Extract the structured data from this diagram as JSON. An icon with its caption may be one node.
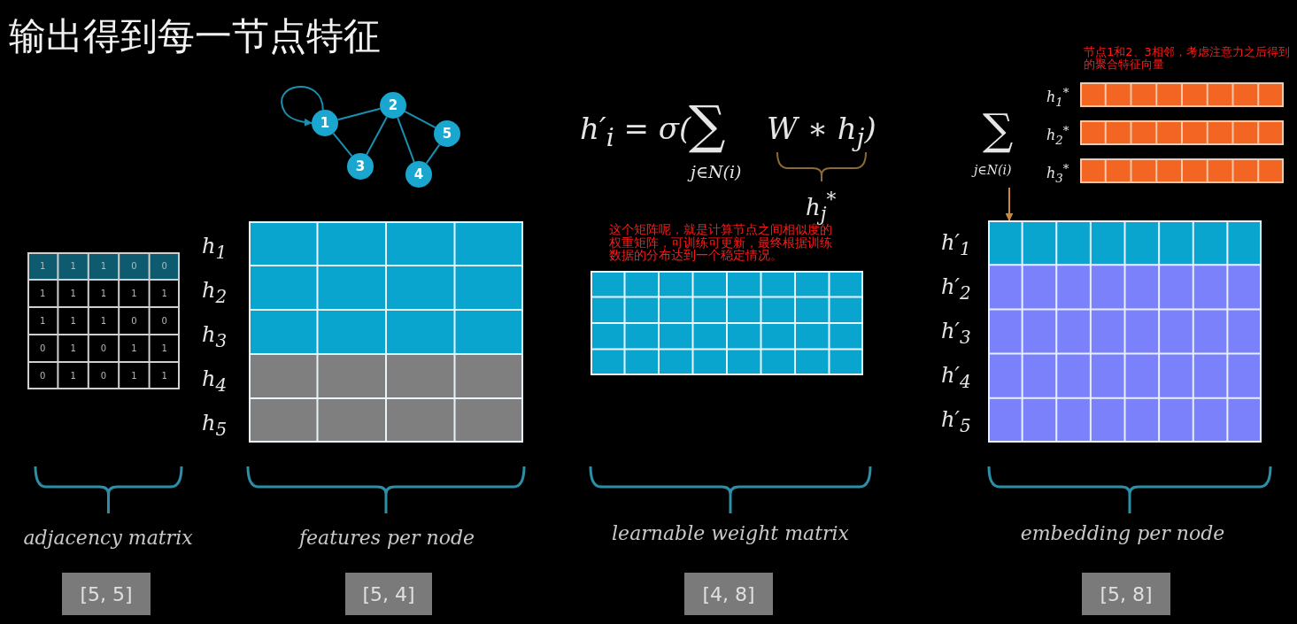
{
  "diagram": {
    "title": "输出得到每一节点特征",
    "nodes": [
      {
        "text": [
          "1"
        ]
      },
      {
        "text": [
          "2"
        ]
      },
      {
        "text": [
          "3"
        ]
      },
      {
        "text": [
          "4"
        ]
      },
      {
        "text": [
          "5"
        ]
      },
      {
        "text": [
          "∑",
          "j∈N(i)"
        ]
      },
      {
        "text": [],
        "shape": "box"
      },
      {
        "text": [
          "[5, 5]"
        ]
      },
      {
        "text": [
          "[5, 4]"
        ]
      },
      {
        "text": [
          "[4, 8]"
        ]
      },
      {
        "text": [
          "[5, 8]"
        ]
      }
    ],
    "edges": [
      {
        "from": 0,
        "to": 0,
        "arrow": "to"
      },
      {
        "from": 0,
        "to": 1,
        "arrow": "none"
      },
      {
        "from": 0,
        "to": 2,
        "arrow": "none"
      },
      {
        "from": 1,
        "to": 2,
        "arrow": "none"
      },
      {
        "from": 1,
        "to": 3,
        "arrow": "none"
      },
      {
        "from": 1,
        "to": 4,
        "arrow": "none"
      },
      {
        "from": 4,
        "to": 3,
        "arrow": "none"
      },
      {
        "from": 5,
        "to": 6,
        "arrow": "to",
        "color": "#c88a3a"
      }
    ],
    "labels": [
      "节点1和2、3相邻，考虑注意力之后得到的聚合特征向量",
      "h$_{1}$$^{*}$",
      "h$_{2}$$^{*}$",
      "h$_{3}$$^{*}$",
      "h′$_{i}$ = σ(",
      "∑",
      "W ∗ h$_{j}$)",
      "j∈N(i)",
      "h$_{j}$$^{*}$",
      "这个矩阵呢，就是计算节点之间相似度的权重矩阵，可训练可更新，最终根据训练数据的分布达到一个稳定情况。",
      "h$_{1}$",
      "h$_{2}$",
      "h$_{3}$",
      "h$_{4}$",
      "h$_{5}$",
      "h′$_{1}$",
      "h′$_{2}$",
      "h′$_{3}$",
      "h′$_{4}$",
      "h′$_{5}$",
      "1",
      "1",
      "1",
      "0",
      "0",
      "1",
      "1",
      "1",
      "1",
      "1",
      "1",
      "1",
      "1",
      "0",
      "0",
      "0",
      "1",
      "0",
      "1",
      "1",
      "0",
      "1",
      "0",
      "1",
      "1",
      "adjacency matrix",
      "features per node",
      "learnable weight matrix",
      "embedding per node"
    ]
  }
}
